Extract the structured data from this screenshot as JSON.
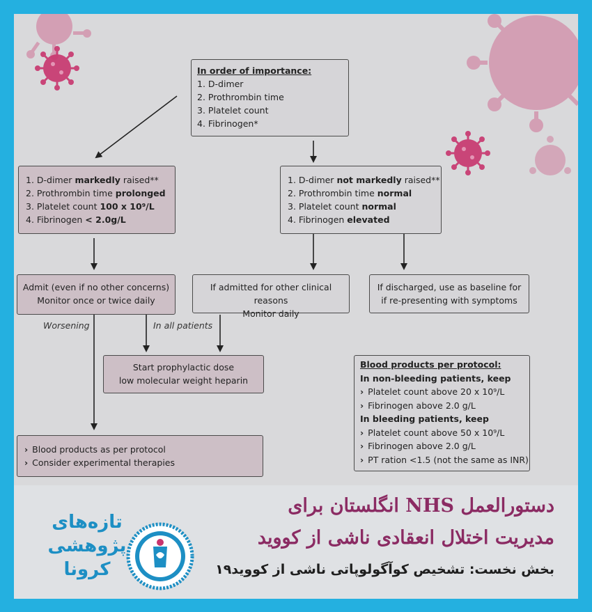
{
  "importance": {
    "title": "In order of importance:",
    "items": [
      "1. D-dimer",
      "2. Prothrombin time",
      "3. Platelet count",
      "4. Fibrinogen*"
    ]
  },
  "left_criteria": {
    "d_dimer": {
      "pre": "1. D-dimer ",
      "bold": "markedly",
      "post": " raised**"
    },
    "pt": {
      "pre": "2. Prothrombin time ",
      "bold": "prolonged"
    },
    "platelet": {
      "pre": "3. Platelet count ",
      "bold": "100 x 10⁹/L"
    },
    "fibrinogen": {
      "pre": "4. Fibrinogen ",
      "bold": "< 2.0g/L"
    }
  },
  "right_criteria": {
    "d_dimer": {
      "pre": "1. D-dimer ",
      "bold": "not markedly",
      "post": " raised**"
    },
    "pt": {
      "pre": "2. Prothrombin time ",
      "bold": "normal"
    },
    "platelet": {
      "pre": "3. Platelet count ",
      "bold": "normal"
    },
    "fibrinogen": {
      "pre": "4. Fibrinogen ",
      "bold": "elevated"
    }
  },
  "admit_box": {
    "line1": "Admit (even if no other concerns)",
    "line2": "Monitor once or twice daily"
  },
  "admitted_box": {
    "line1": "If admitted for other clinical reasons",
    "line2": "Monitor daily"
  },
  "discharged_box": {
    "line1": "If discharged, use as baseline for",
    "line2": "if re-presenting with symptoms"
  },
  "labels": {
    "worsening": "Worsening",
    "all_patients": "In all patients"
  },
  "heparin_box": {
    "line1": "Start prophylactic dose",
    "line2": "low molecular weight heparin"
  },
  "final_box": {
    "item1": "Blood products as per protocol",
    "item2": "Consider experimental therapies"
  },
  "protocol_box": {
    "title": "Blood products per protocol:",
    "non_bleeding": "In non-bleeding patients, keep",
    "nb_items": [
      "Platelet count above 20 x 10⁹/L",
      "Fibrinogen above 2.0 g/L"
    ],
    "bleeding": "In bleeding patients, keep",
    "b_items": [
      "Platelet count above 50 x 10⁹/L",
      "Fibrinogen above 2.0 g/L",
      "PT ration <1.5 (not the same as INR)"
    ]
  },
  "footer": {
    "title_line1": "دستورالعمل NHS انگلستان برای",
    "title_line2": "مدیریت اختلال انعقادی ناشی از کووید",
    "subtitle": "بخش نخست: تشخیص کوآگولوپاتی ناشی از کووید۱۹",
    "logo_line1": "تازه‌های",
    "logo_line2": "پژوهشی",
    "logo_line3": "کرونا"
  },
  "colors": {
    "accent_border": "#24b0e0",
    "title_purple": "#8b2b63",
    "logo_blue": "#1d8fc4",
    "virus_pink": "#c8356e"
  }
}
